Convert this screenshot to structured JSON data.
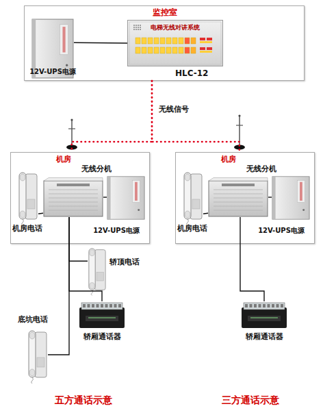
{
  "diagram": {
    "nodes": [
      {
        "text": [
          "监控室"
        ]
      },
      {
        "text": [
          "12V-UPS电源"
        ],
        "in": 0
      },
      {
        "text": [
          "电梯无线对讲系统",
          "HLC-12"
        ],
        "in": 0
      },
      {
        "text": [
          "机房"
        ]
      },
      {
        "text": [
          "无线分机"
        ],
        "in": 3
      },
      {
        "text": [
          "机房电话"
        ],
        "in": 3
      },
      {
        "text": [
          "12V-UPS电源"
        ],
        "in": 3
      },
      {
        "text": [
          "轿顶电话"
        ]
      },
      {
        "text": [
          "轿厢通话器"
        ]
      },
      {
        "text": [
          "底坑电话"
        ]
      },
      {
        "text": [
          "机房"
        ]
      },
      {
        "text": [
          "无线分机"
        ],
        "in": 10
      },
      {
        "text": [
          "机房电话"
        ],
        "in": 10
      },
      {
        "text": [
          "12V-UPS电源"
        ],
        "in": 10
      },
      {
        "text": [
          "轿厢通话器"
        ]
      }
    ],
    "edges": [
      {
        "from": 1,
        "to": 2,
        "arrow": "none"
      },
      {
        "from": 0,
        "to": 3,
        "arrow": "none",
        "label": "无线信号"
      },
      {
        "from": 0,
        "to": 10,
        "arrow": "none"
      },
      {
        "from": 5,
        "to": 4,
        "arrow": "none"
      },
      {
        "from": 4,
        "to": 6,
        "arrow": "none"
      },
      {
        "from": 12,
        "to": 11,
        "arrow": "none"
      },
      {
        "from": 11,
        "to": 13,
        "arrow": "none"
      },
      {
        "from": 4,
        "to": 7,
        "arrow": "none"
      },
      {
        "from": 4,
        "to": 8,
        "arrow": "none"
      },
      {
        "from": 4,
        "to": 9,
        "arrow": "none"
      },
      {
        "from": 11,
        "to": 14,
        "arrow": "none"
      }
    ],
    "labels": [
      "五方通话示意",
      "三方通话示意"
    ]
  }
}
